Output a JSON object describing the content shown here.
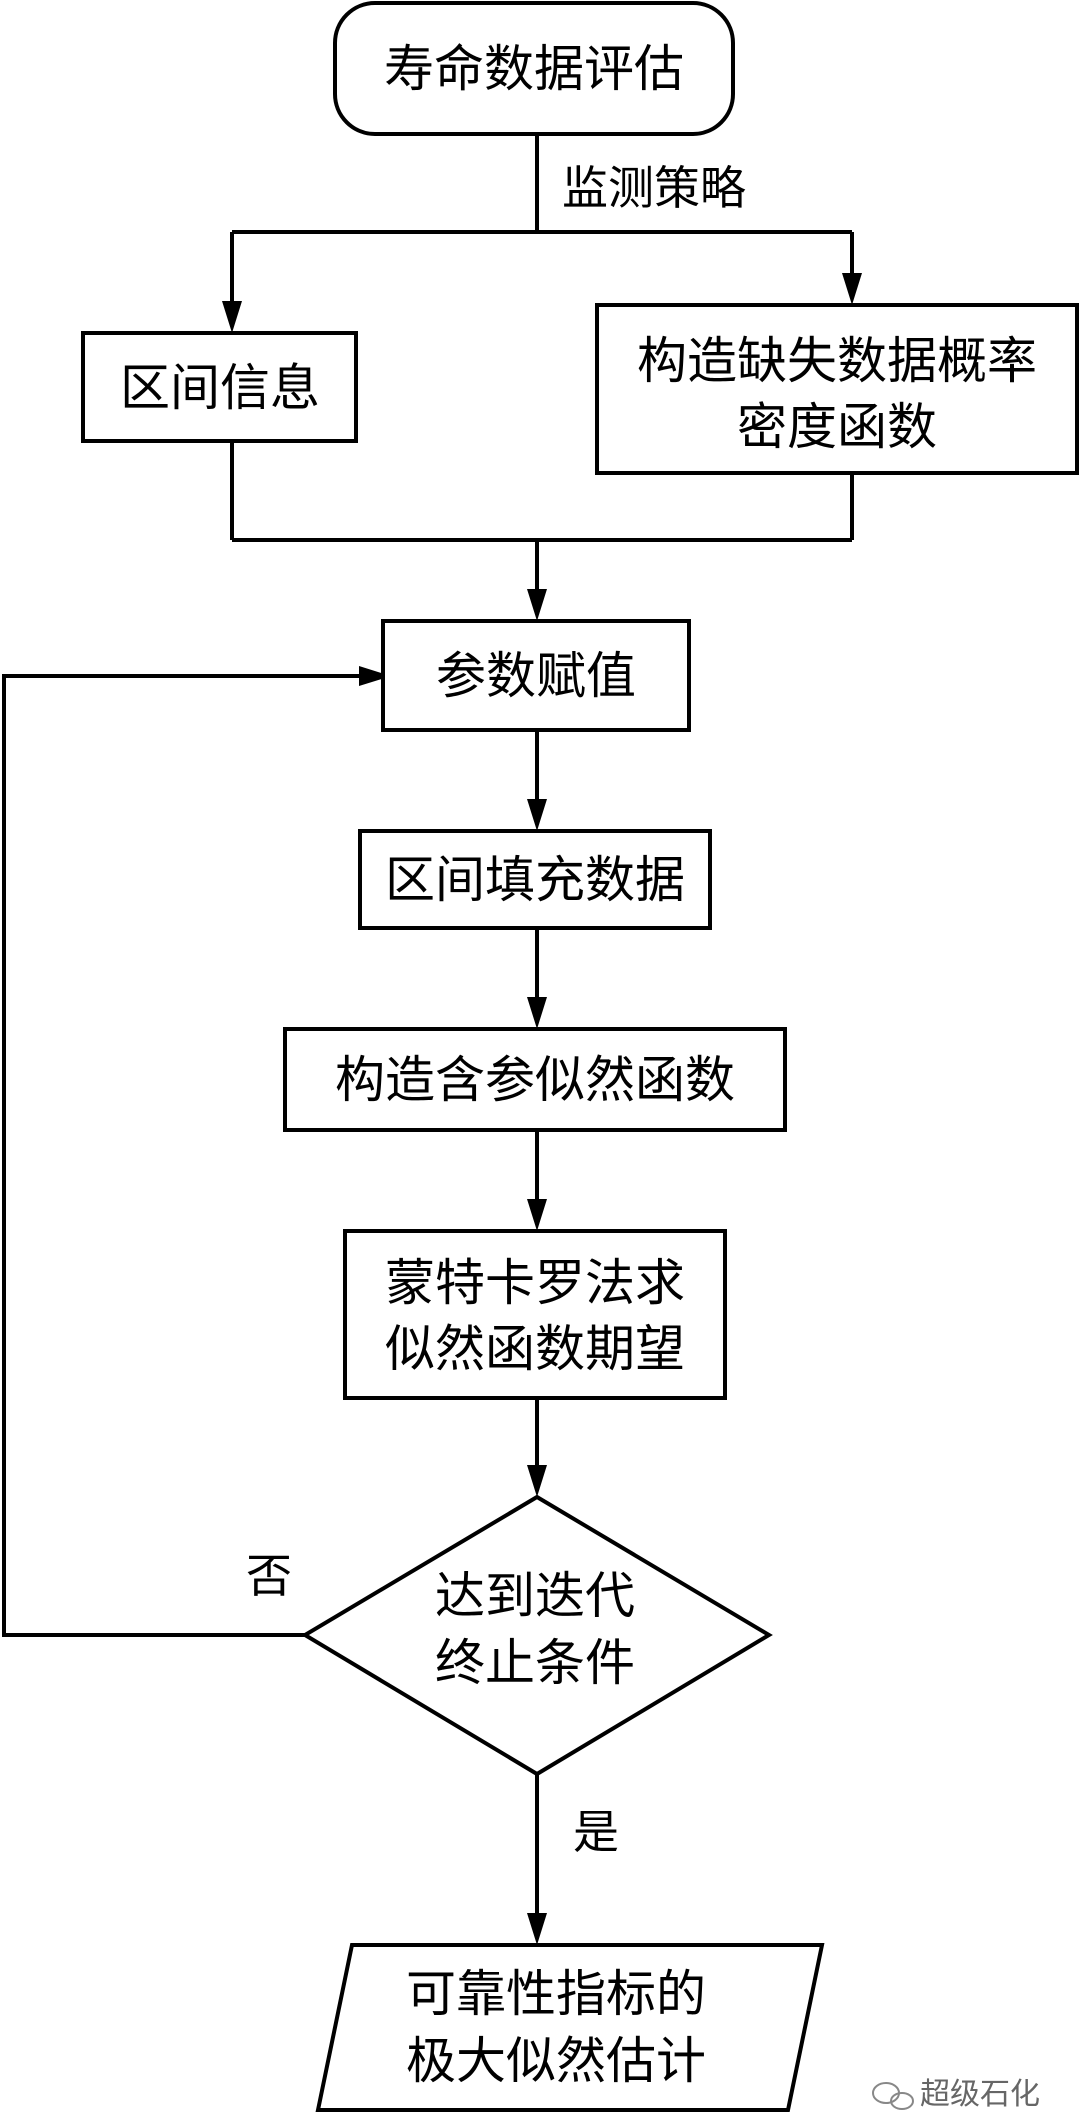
{
  "nodes": {
    "start": {
      "label": "寿命数据评估"
    },
    "interval_info": {
      "label": "区间信息"
    },
    "construct_pdf": {
      "line1": "构造缺失数据概率",
      "line2": "密度函数"
    },
    "param_assign": {
      "label": "参数赋值"
    },
    "interval_fill": {
      "label": "区间填充数据"
    },
    "likelihood": {
      "label": "构造含参似然函数"
    },
    "monte_carlo": {
      "line1": "蒙特卡罗法求",
      "line2": "似然函数期望"
    },
    "decision": {
      "line1": "达到迭代",
      "line2": "终止条件"
    },
    "output": {
      "line1": "可靠性指标的",
      "line2": "极大似然估计"
    }
  },
  "edges": {
    "monitor_strategy": {
      "label": "监测策略"
    },
    "no": {
      "label": "否"
    },
    "yes": {
      "label": "是"
    }
  },
  "watermark": {
    "text": "超级石化"
  }
}
